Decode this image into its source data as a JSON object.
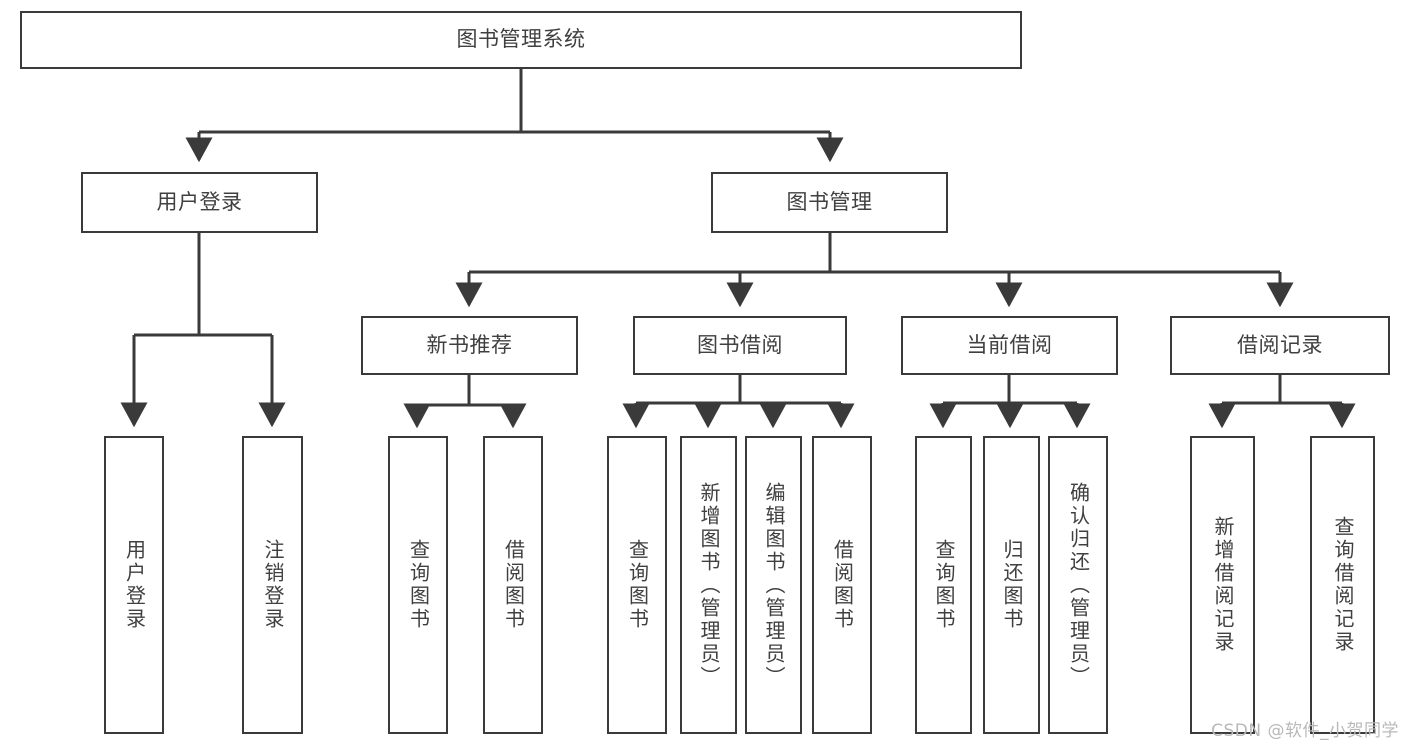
{
  "diagram": {
    "type": "tree",
    "title": "图书管理系统",
    "root": {
      "label": "图书管理系统",
      "children": [
        {
          "label": "用户登录",
          "children": [
            {
              "label": "用户登录"
            },
            {
              "label": "注销登录"
            }
          ]
        },
        {
          "label": "图书管理",
          "children": [
            {
              "label": "新书推荐",
              "children": [
                {
                  "label": "查询图书"
                },
                {
                  "label": "借阅图书"
                }
              ]
            },
            {
              "label": "图书借阅",
              "children": [
                {
                  "label": "查询图书"
                },
                {
                  "label": "新增图书（管理员）"
                },
                {
                  "label": "编辑图书（管理员）"
                },
                {
                  "label": "借阅图书"
                }
              ]
            },
            {
              "label": "当前借阅",
              "children": [
                {
                  "label": "查询图书"
                },
                {
                  "label": "归还图书"
                },
                {
                  "label": "确认归还（管理员）"
                }
              ]
            },
            {
              "label": "借阅记录",
              "children": [
                {
                  "label": "新增借阅记录"
                },
                {
                  "label": "查询借阅记录"
                }
              ]
            }
          ]
        }
      ]
    }
  },
  "nodes": {
    "root": "图书管理系统",
    "user_login": "用户登录",
    "book_manage": "图书管理",
    "new_book_rec": "新书推荐",
    "book_borrow": "图书借阅",
    "current_borrow": "当前借阅",
    "borrow_record": "借阅记录",
    "leaf_user_login": "用户登录",
    "leaf_logout": "注销登录",
    "leaf_query_book_1": "查询图书",
    "leaf_borrow_book_1": "借阅图书",
    "leaf_query_book_2": "查询图书",
    "leaf_add_book": "新增图书（管理员）",
    "leaf_edit_book": "编辑图书（管理员）",
    "leaf_borrow_book_2": "借阅图书",
    "leaf_query_book_3": "查询图书",
    "leaf_return_book": "归还图书",
    "leaf_confirm_return": "确认归还（管理员）",
    "leaf_add_record": "新增借阅记录",
    "leaf_query_record": "查询借阅记录"
  },
  "watermark": "CSDN @软件_小贺同学",
  "colors": {
    "stroke": "#3a3a3a",
    "text": "#404040",
    "background": "#ffffff",
    "watermark": "#b9b9b9"
  }
}
